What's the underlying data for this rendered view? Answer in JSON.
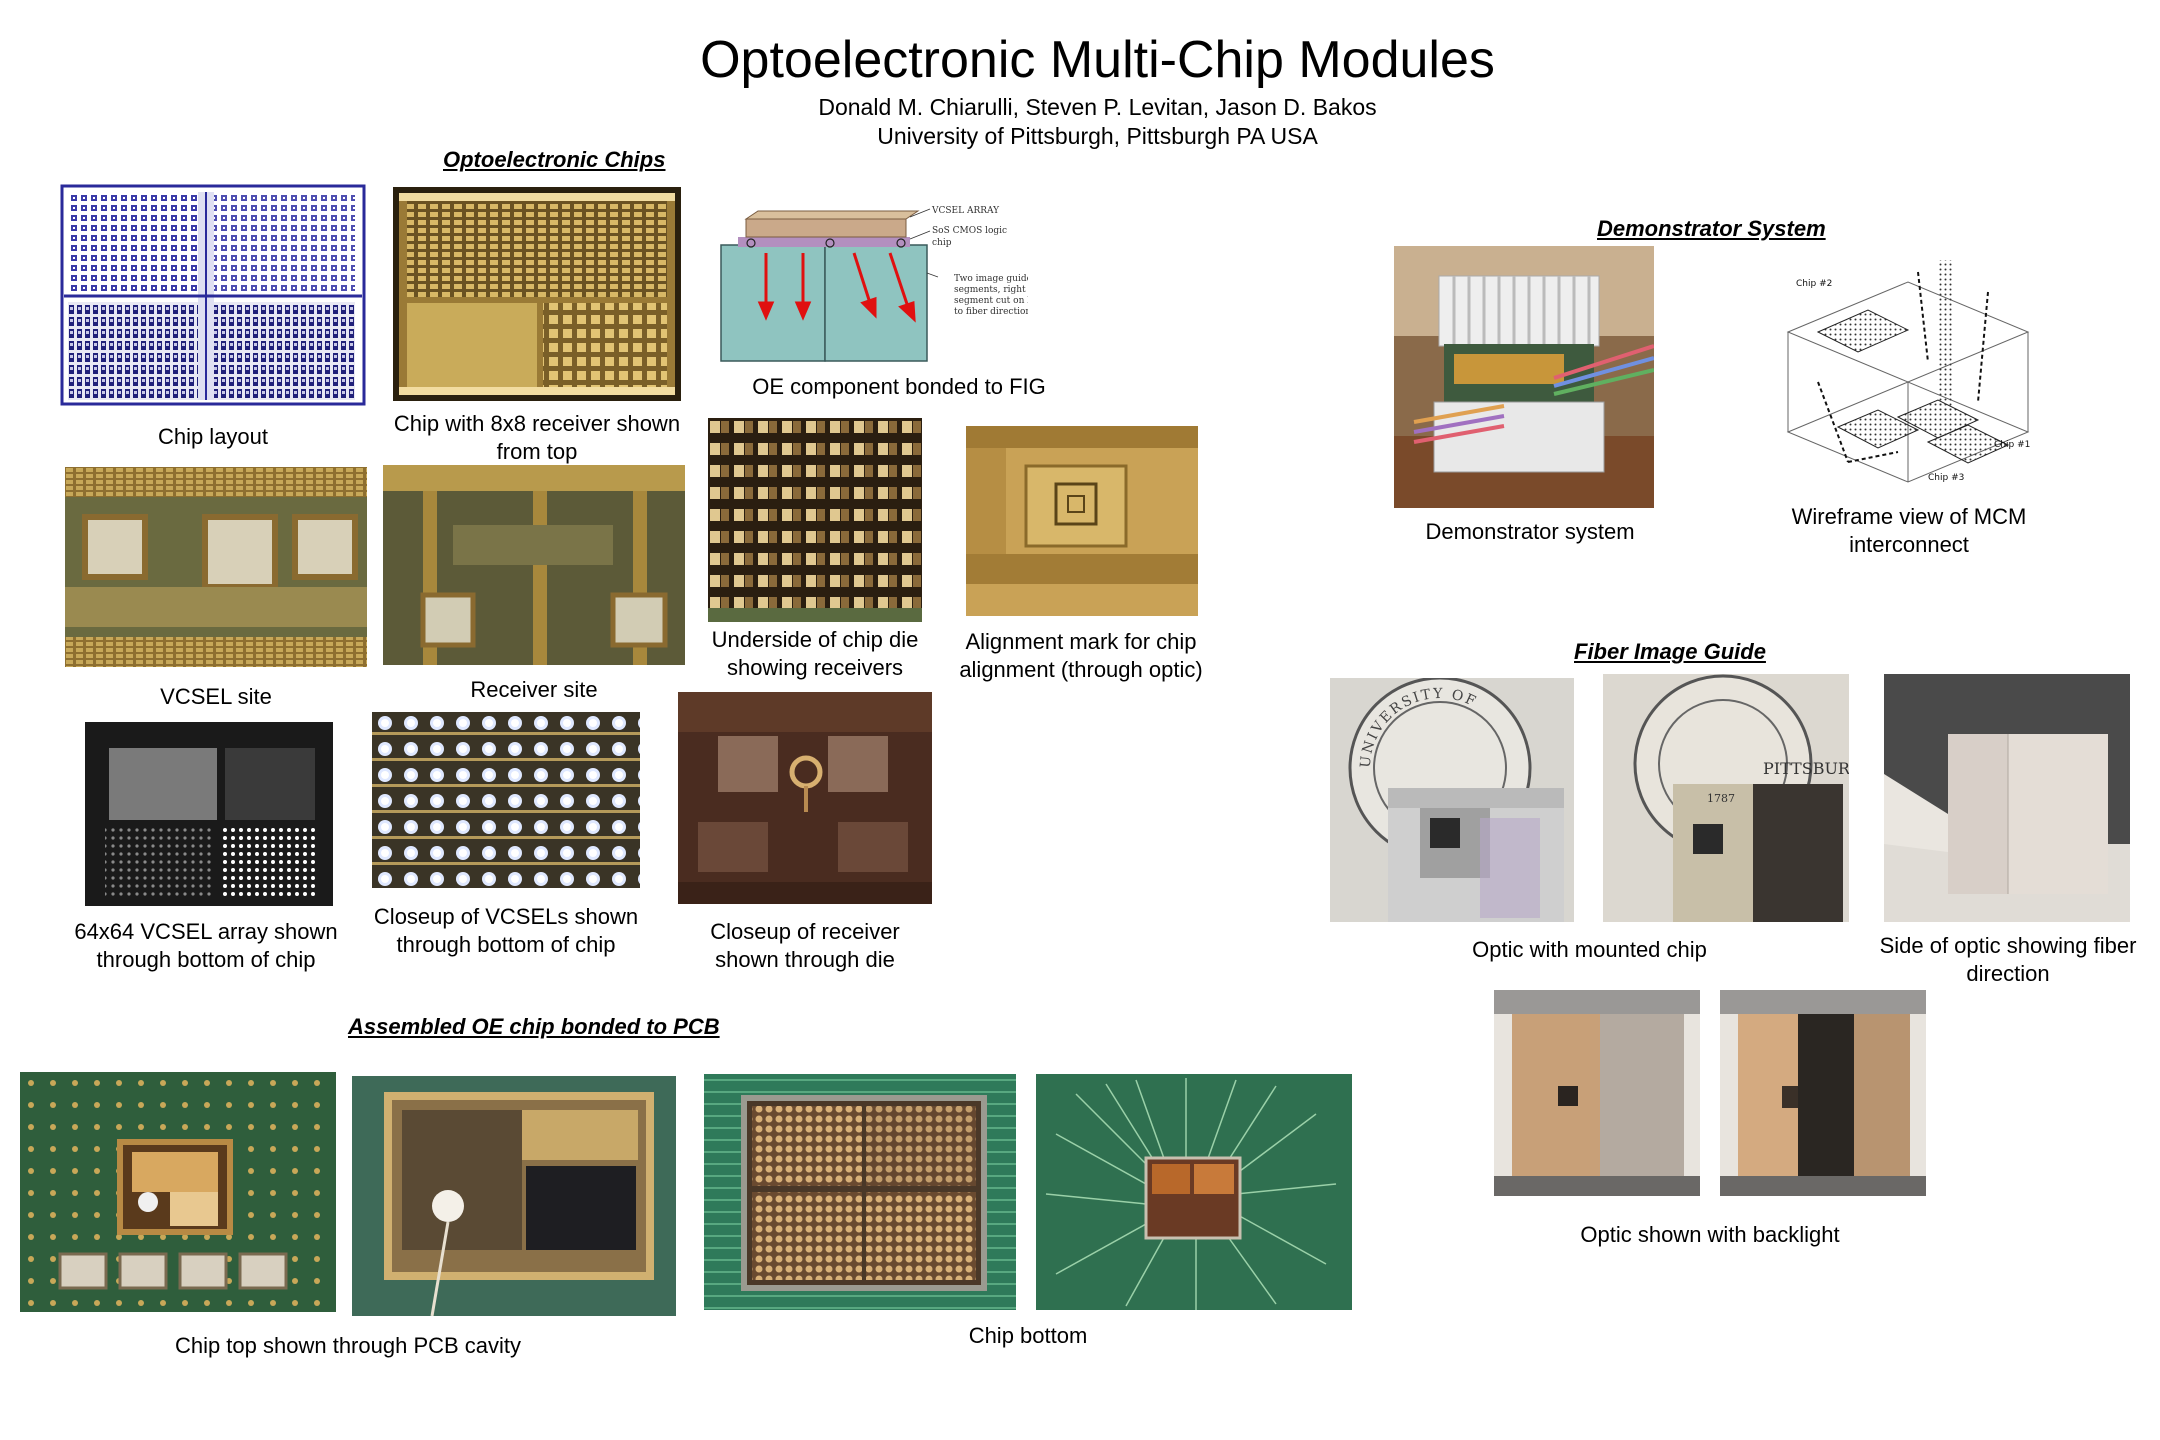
{
  "header": {
    "title": "Optoelectronic Multi-Chip Modules",
    "authors": "Donald M. Chiarulli, Steven P. Levitan, Jason D. Bakos",
    "affiliation": "University of Pittsburgh, Pittsburgh PA USA"
  },
  "sections": {
    "oe_chips": "Optoelectronic Chips",
    "demonstrator": "Demonstrator System",
    "fiber_guide": "Fiber Image Guide",
    "assembled": "Assembled OE chip bonded to PCB"
  },
  "captions": {
    "chip_layout": "Chip layout",
    "chip_8x8": "Chip with 8x8 receiver shown from top",
    "oe_component": "OE component bonded to FIG",
    "vcsel_site": "VCSEL site",
    "receiver_site": "Receiver site",
    "underside": "Underside of chip die showing receivers",
    "alignment": "Alignment mark for chip alignment (through optic)",
    "vcsel_array": "64x64 VCSEL array shown through bottom of chip",
    "closeup_vcsels": "Closeup of VCSELs shown through bottom of chip",
    "closeup_receiver": "Closeup of receiver shown through die",
    "demonstrator": "Demonstrator system",
    "wireframe": "Wireframe view of MCM interconnect",
    "optic_mounted": "Optic with mounted chip",
    "side_optic": "Side of optic showing fiber direction",
    "backlight": "Optic shown with backlight",
    "chip_top_pcb": "Chip top shown through PCB cavity",
    "chip_bottom": "Chip bottom"
  },
  "diagram": {
    "vcsel_array": "VCSEL ARRAY",
    "sos_line1": "SoS CMOS logic",
    "sos_line2": "chip",
    "fig_line1": "Two image guide",
    "fig_line2": "segments, right",
    "fig_line3": "segment cut on bias",
    "fig_line4": "to fiber direction"
  },
  "wireframe_labels": {
    "chip2": "Chip #2",
    "chip1": "Chip #1",
    "chip3": "Chip #3"
  },
  "seal_text": {
    "university_of": "UNIVERSITY OF",
    "pittsburgh": "PITTSBURGH",
    "year": "1787"
  },
  "colors": {
    "layout_blue": "#2a2a9a",
    "die_gold": "#b8953c",
    "fig_teal": "#8fc4c0",
    "arrow_red": "#e01010",
    "pcb_green": "#2f5e3c"
  }
}
